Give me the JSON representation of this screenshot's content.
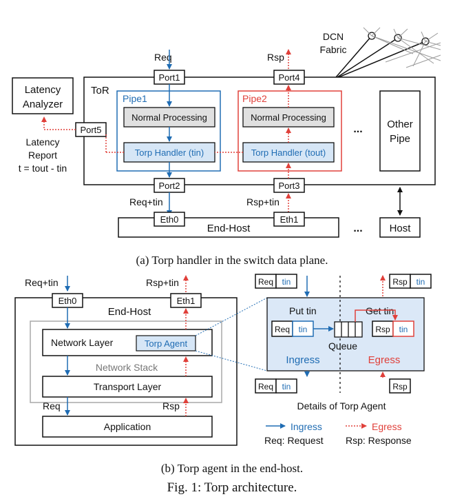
{
  "diagram_a": {
    "dcn_fabric_line1": "DCN",
    "dcn_fabric_line2": "Fabric",
    "req_label": "Req",
    "rsp_label": "Rsp",
    "port1": "Port1",
    "port2": "Port2",
    "port3": "Port3",
    "port4": "Port4",
    "port5": "Port5",
    "tor": "ToR",
    "latency_analyzer_line1": "Latency",
    "latency_analyzer_line2": "Analyzer",
    "latency_report_line1": "Latency",
    "latency_report_line2": "Report",
    "latency_formula": "t = tout - tin",
    "pipe1": "Pipe1",
    "pipe2": "Pipe2",
    "normal_processing": "Normal Processing",
    "torp_handler_in": "Torp Handler (tin)",
    "torp_handler_out": "Torp Handler (tout)",
    "ellipsis": "...",
    "other_pipe_line1": "Other",
    "other_pipe_line2": "Pipe",
    "req_tin": "Req+tin",
    "rsp_tin": "Rsp+tin",
    "eth0": "Eth0",
    "eth1": "Eth1",
    "end_host": "End-Host",
    "host": "Host"
  },
  "caption_a": "(a) Torp handler in the switch data plane.",
  "diagram_b": {
    "req_tin": "Req+tin",
    "rsp_tin": "Rsp+tin",
    "eth0": "Eth0",
    "eth1": "Eth1",
    "end_host": "End-Host",
    "network_layer": "Network Layer",
    "torp_agent": "Torp Agent",
    "network_stack": "Network Stack",
    "transport_layer": "Transport Layer",
    "req": "Req",
    "rsp": "Rsp",
    "application": "Application"
  },
  "details": {
    "req": "Req",
    "rsp": "Rsp",
    "tin": "tin",
    "put_tin": "Put tin",
    "get_tin": "Get tin",
    "queue": "Queue",
    "ingress": "Ingress",
    "egress": "Egress",
    "title": "Details of Torp Agent",
    "legend_ingress": "Ingress",
    "legend_egress": "Egress",
    "legend_req": "Req: Request",
    "legend_rsp": "Rsp: Response"
  },
  "caption_b": "(b) Torp agent in the end-host.",
  "fig_caption": "Fig. 1: Torp architecture.",
  "colors": {
    "blue": "#1f6cb3",
    "red": "#e0403a",
    "pipe_fill": "#d6e6f6",
    "gray_fill": "#e0e0e0",
    "panel_fill": "#dbe8f7"
  }
}
